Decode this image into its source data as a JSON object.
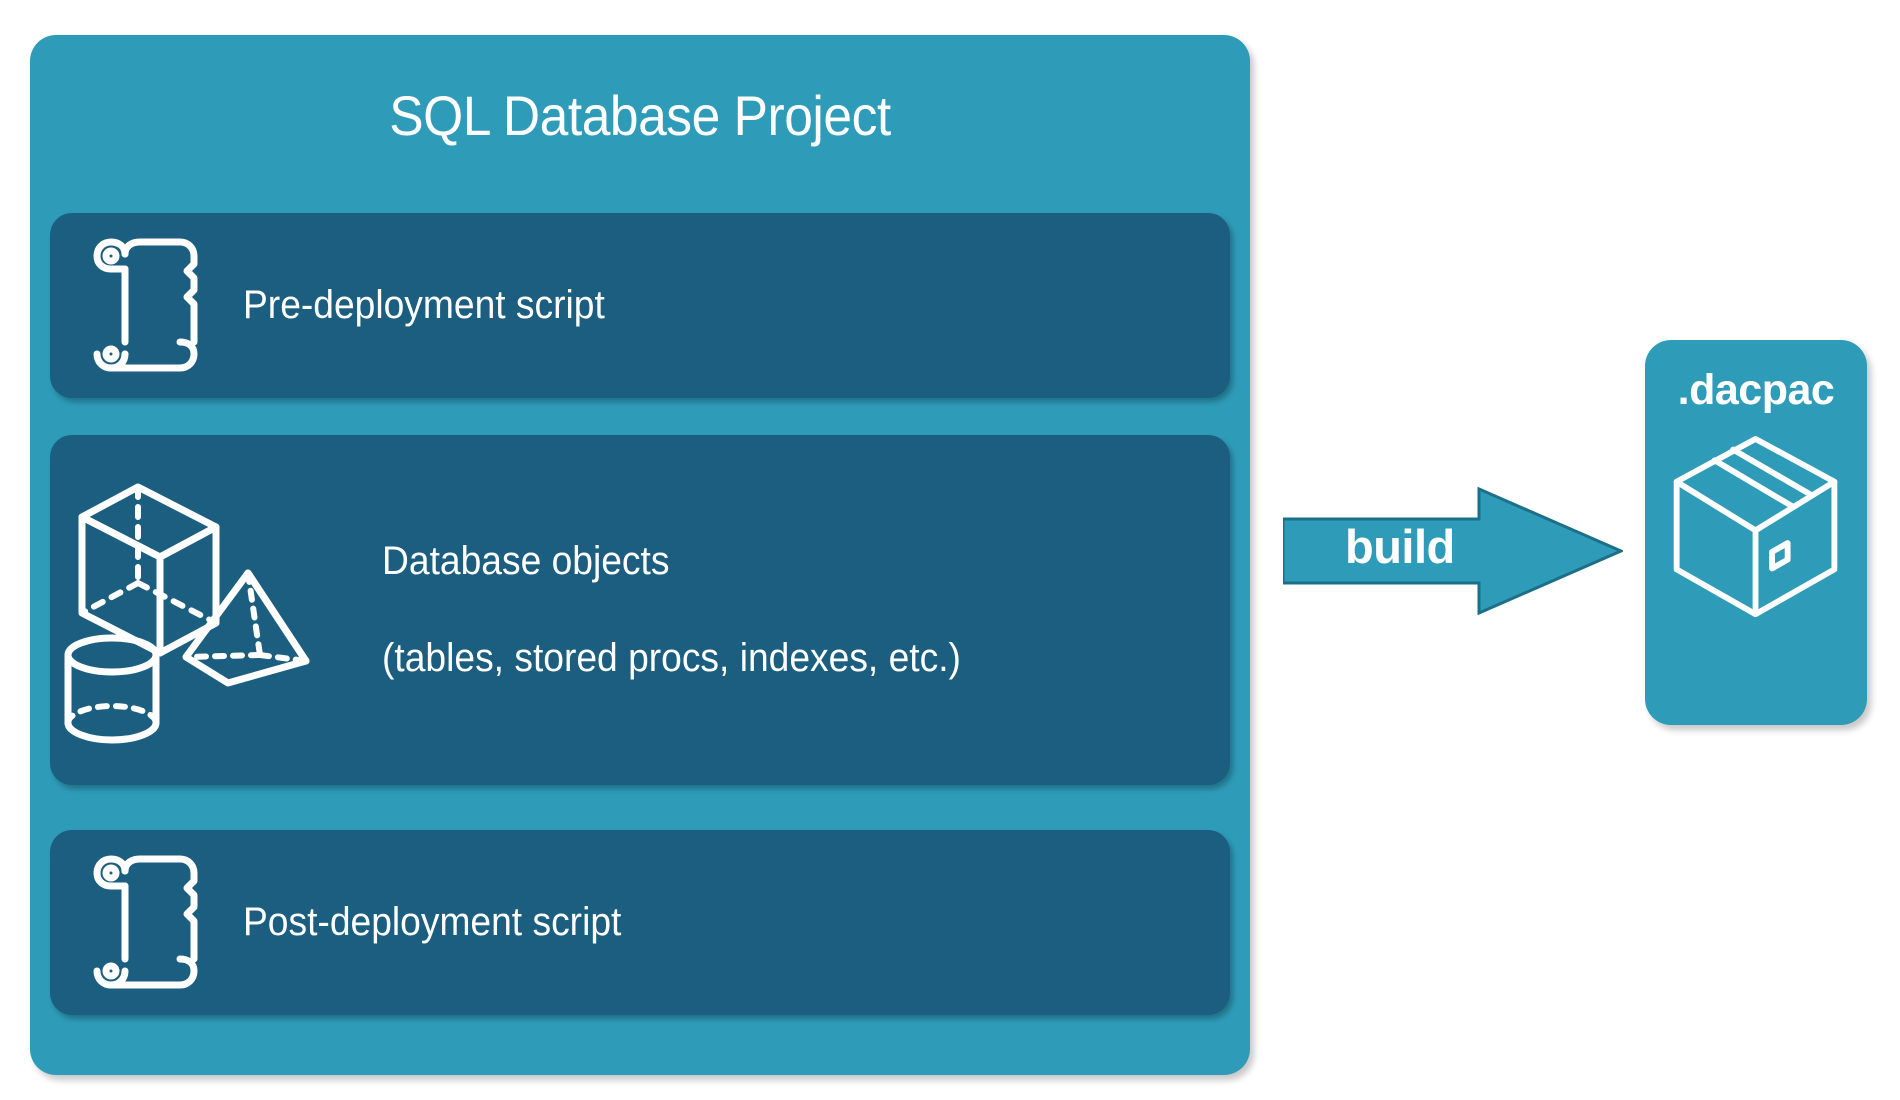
{
  "diagram": {
    "type": "flow-diagram",
    "title": "SQL Database Project build to dacpac",
    "background_color": "#ffffff"
  },
  "colors": {
    "card_teal": "#2e9cb9",
    "panel_dark_blue": "#1b5e80",
    "arrow_fill": "#2e9cb9",
    "arrow_stroke": "#1b6f88",
    "text_white": "#ffffff"
  },
  "project_card": {
    "title": "SQL Database Project",
    "panels": [
      {
        "id": "pre-deployment",
        "label": "Pre-deployment script",
        "icon": "scroll-icon"
      },
      {
        "id": "database-objects",
        "label_line1": "Database objects",
        "label_line2": "(tables, stored procs, indexes, etc.)",
        "icons": [
          "cube-icon",
          "pyramid-icon",
          "cylinder-icon"
        ]
      },
      {
        "id": "post-deployment",
        "label": "Post-deployment script",
        "icon": "scroll-icon"
      }
    ]
  },
  "arrow": {
    "label": "build",
    "direction": "right"
  },
  "output_card": {
    "label": ".dacpac",
    "icon": "package-box-icon"
  }
}
